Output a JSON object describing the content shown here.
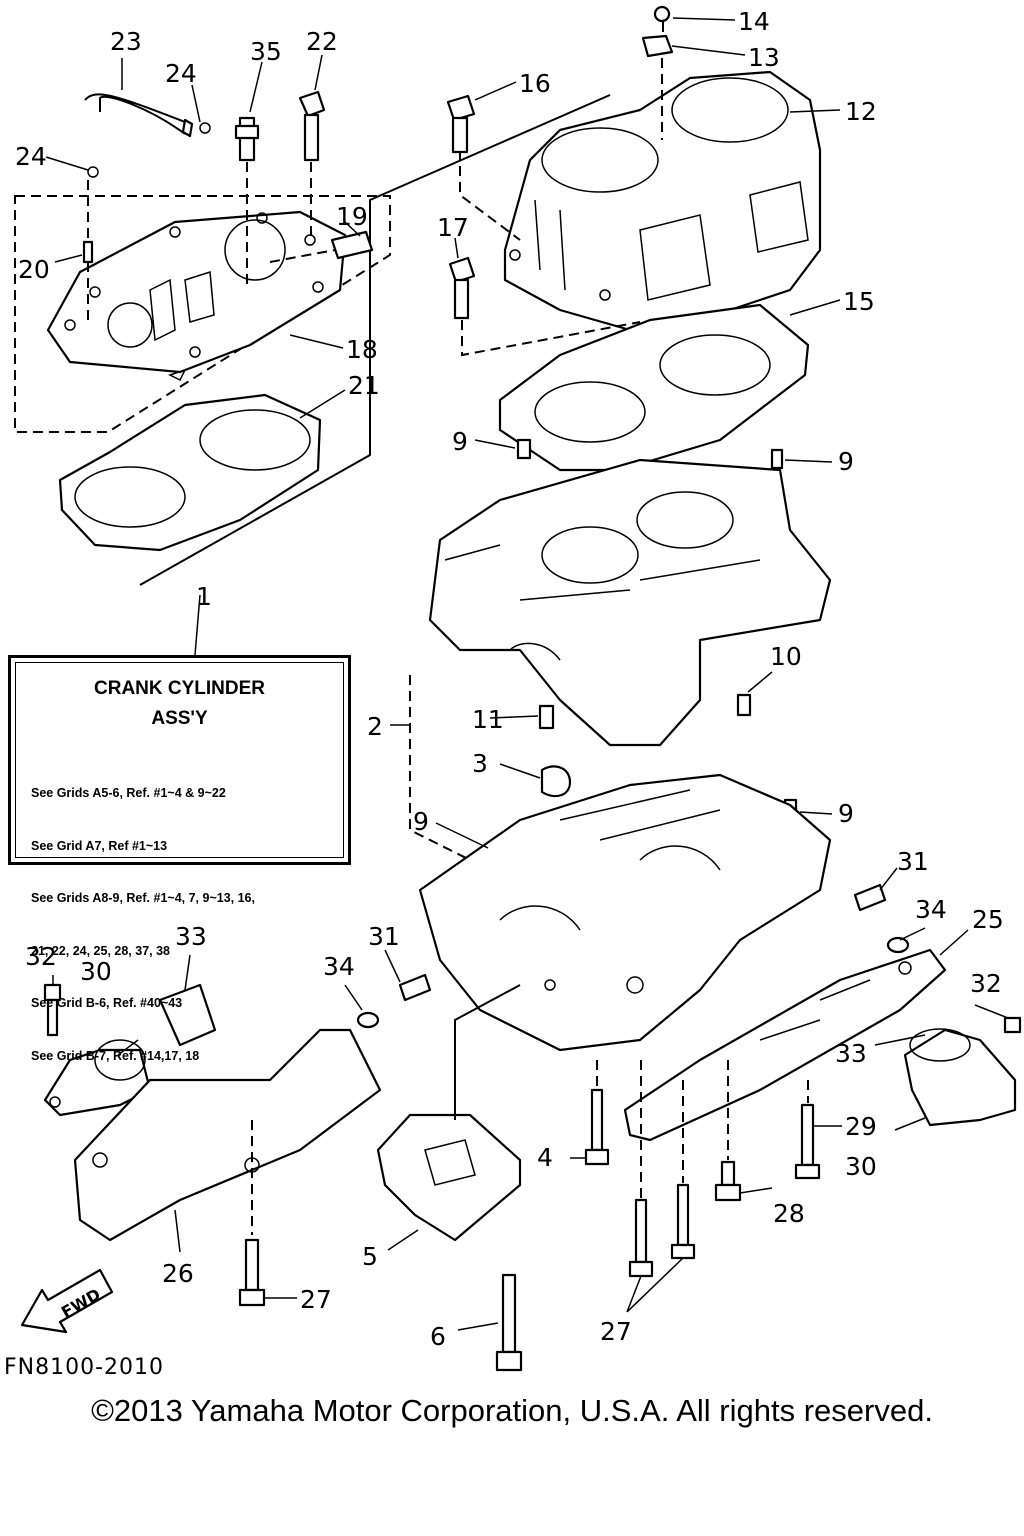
{
  "info_box": {
    "title": "CRANK CYLINDER",
    "subtitle": "ASS'Y",
    "lines": [
      "See Grids A5-6, Ref. #1~4 & 9~22",
      "See Grid A7, Ref #1~13",
      "See Grids A8-9, Ref. #1~4, 7, 9~13, 16,",
      "21, 22, 24, 25, 28, 37, 38",
      "See Grid B-6, Ref. #40~43",
      "See Grid B-7, Ref. #14,17, 18"
    ]
  },
  "fwd_label": "FWD",
  "diagram_code": "FN8100-2010",
  "copyright": "©2013 Yamaha Motor Corporation, U.S.A. All rights reserved.",
  "callouts": [
    {
      "id": "c1",
      "text": "1"
    },
    {
      "id": "c2",
      "text": "2"
    },
    {
      "id": "c3",
      "text": "3"
    },
    {
      "id": "c4",
      "text": "4"
    },
    {
      "id": "c5",
      "text": "5"
    },
    {
      "id": "c6",
      "text": "6"
    },
    {
      "id": "c9a",
      "text": "9"
    },
    {
      "id": "c9b",
      "text": "9"
    },
    {
      "id": "c9c",
      "text": "9"
    },
    {
      "id": "c9d",
      "text": "9"
    },
    {
      "id": "c10",
      "text": "10"
    },
    {
      "id": "c11",
      "text": "11"
    },
    {
      "id": "c12",
      "text": "12"
    },
    {
      "id": "c13",
      "text": "13"
    },
    {
      "id": "c14",
      "text": "14"
    },
    {
      "id": "c15",
      "text": "15"
    },
    {
      "id": "c16",
      "text": "16"
    },
    {
      "id": "c17",
      "text": "17"
    },
    {
      "id": "c18",
      "text": "18"
    },
    {
      "id": "c19",
      "text": "19"
    },
    {
      "id": "c20",
      "text": "20"
    },
    {
      "id": "c21",
      "text": "21"
    },
    {
      "id": "c22",
      "text": "22"
    },
    {
      "id": "c23",
      "text": "23"
    },
    {
      "id": "c24a",
      "text": "24"
    },
    {
      "id": "c24b",
      "text": "24"
    },
    {
      "id": "c25",
      "text": "25"
    },
    {
      "id": "c26",
      "text": "26"
    },
    {
      "id": "c27a",
      "text": "27"
    },
    {
      "id": "c27b",
      "text": "27"
    },
    {
      "id": "c28",
      "text": "28"
    },
    {
      "id": "c29",
      "text": "29"
    },
    {
      "id": "c30a",
      "text": "30"
    },
    {
      "id": "c30b",
      "text": "30"
    },
    {
      "id": "c31a",
      "text": "31"
    },
    {
      "id": "c31b",
      "text": "31"
    },
    {
      "id": "c32a",
      "text": "32"
    },
    {
      "id": "c32b",
      "text": "32"
    },
    {
      "id": "c33a",
      "text": "33"
    },
    {
      "id": "c33b",
      "text": "33"
    },
    {
      "id": "c34a",
      "text": "34"
    },
    {
      "id": "c34b",
      "text": "34"
    },
    {
      "id": "c35",
      "text": "35"
    }
  ]
}
